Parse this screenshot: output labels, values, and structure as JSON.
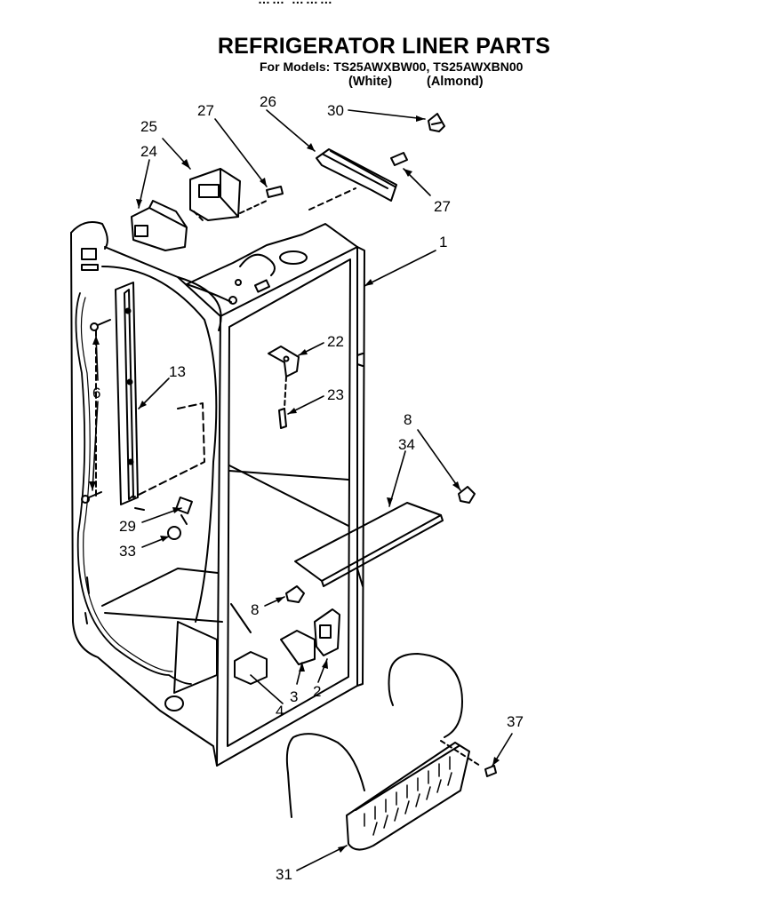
{
  "header_fragment": "…… ………",
  "title": "REFRIGERATOR LINER PARTS",
  "models_line": "For Models: TS25AWXBW00, TS25AWXBN00",
  "variants": [
    "(White)",
    "(Almond)"
  ],
  "callouts": {
    "c25": "25",
    "c27a": "27",
    "c26": "26",
    "c30": "30",
    "c24": "24",
    "c27b": "27",
    "c1": "1",
    "c13": "13",
    "c6": "6",
    "c22": "22",
    "c23": "23",
    "c8a": "8",
    "c34": "34",
    "c29": "29",
    "c33": "33",
    "c8b": "8",
    "c4": "4",
    "c3": "3",
    "c2": "2",
    "c37": "37",
    "c31": "31"
  },
  "colors": {
    "line": "#000000",
    "background": "#ffffff"
  }
}
